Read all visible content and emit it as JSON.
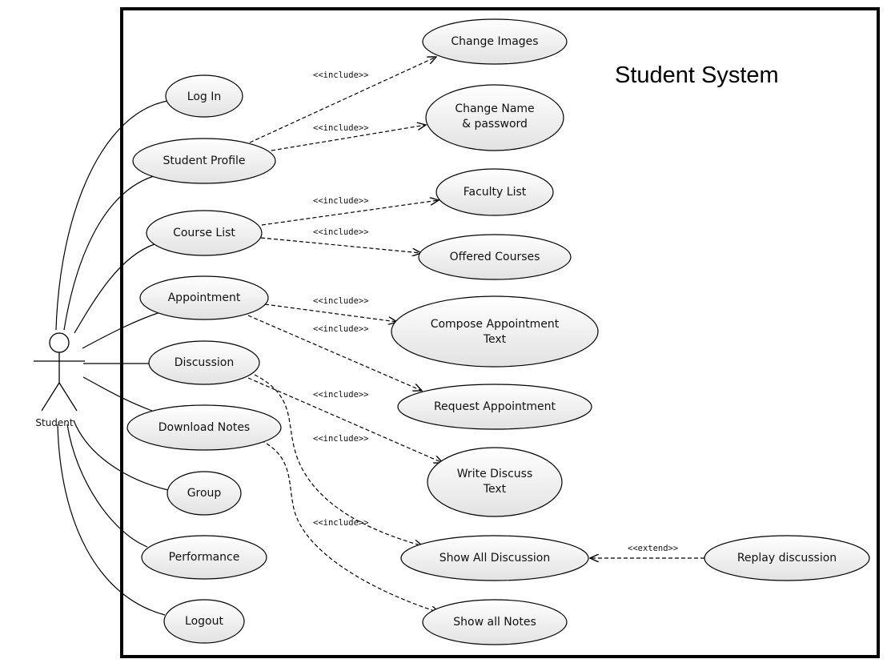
{
  "system": {
    "title": "Student System"
  },
  "actor": {
    "name": "Student"
  },
  "use_cases": {
    "log_in": "Log In",
    "student_profile": "Student Profile",
    "course_list": "Course List",
    "appointment": "Appointment",
    "discussion": "Discussion",
    "download_notes": "Download Notes",
    "group": "Group",
    "performance": "Performance",
    "logout": "Logout",
    "change_images": "Change Images",
    "change_name_1": "Change Name",
    "change_name_2": "& password",
    "faculty_list": "Faculty List",
    "offered_courses": "Offered Courses",
    "compose_1": "Compose Appointment",
    "compose_2": "Text",
    "request_appointment": "Request Appointment",
    "write_discuss_1": "Write Discuss",
    "write_discuss_2": "Text",
    "show_all_discussion": "Show All Discussion",
    "replay_discussion": "Replay discussion",
    "show_all_notes": "Show all Notes"
  },
  "stereotypes": {
    "include": "<<include>>",
    "extend": "<<extend>>"
  }
}
